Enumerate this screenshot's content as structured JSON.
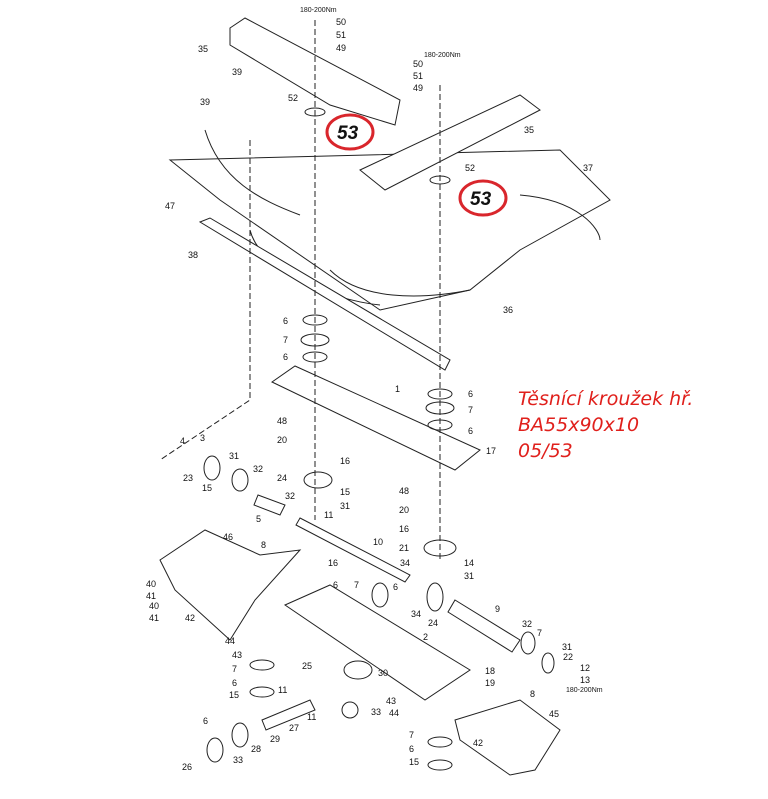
{
  "note": {
    "line1": "Těsnící kroužek hř.",
    "line2": "BA55x90x10",
    "line3": "05/53"
  },
  "colors": {
    "note_red": "#e0201c",
    "line": "#222222",
    "highlight_ring": "#d9262c"
  },
  "callouts": [
    "53",
    "53"
  ],
  "torque_labels": [
    "180-200Nm",
    "180-200Nm",
    "180-200Nm"
  ],
  "part_labels": [
    "50",
    "51",
    "49",
    "35",
    "39",
    "52",
    "50",
    "51",
    "49",
    "39",
    "35",
    "52",
    "37",
    "47",
    "38",
    "36",
    "6",
    "7",
    "6",
    "1",
    "6",
    "7",
    "6",
    "48",
    "20",
    "16",
    "24",
    "15",
    "31",
    "17",
    "4",
    "3",
    "31",
    "32",
    "23",
    "15",
    "5",
    "32",
    "11",
    "48",
    "20",
    "16",
    "21",
    "14",
    "31",
    "46",
    "8",
    "10",
    "16",
    "34",
    "40",
    "41",
    "40",
    "41",
    "42",
    "6",
    "7",
    "6",
    "34",
    "24",
    "9",
    "32",
    "7",
    "31",
    "22",
    "12",
    "13",
    "44",
    "43",
    "2",
    "7",
    "6",
    "15",
    "25",
    "11",
    "30",
    "18",
    "19",
    "8",
    "11",
    "45",
    "43",
    "44",
    "33",
    "6",
    "29",
    "28",
    "27",
    "42",
    "7",
    "6",
    "26",
    "33",
    "15"
  ]
}
